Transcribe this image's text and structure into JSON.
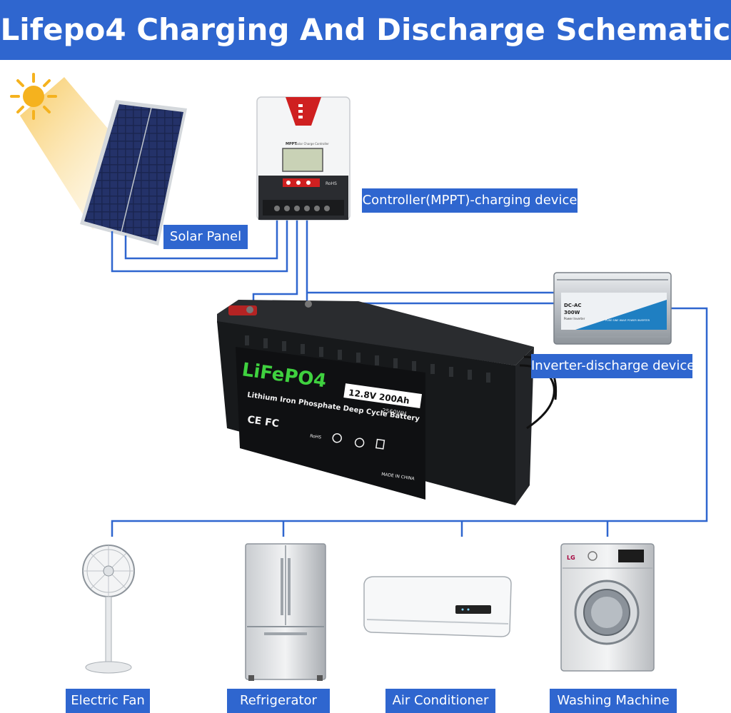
{
  "title": "Lifepo4 Charging And Discharge Schematic",
  "labels": {
    "solar_panel": "Solar Panel",
    "controller": "Controller(MPPT)-charging device",
    "inverter": "Inverter-discharge device",
    "fan": "Electric Fan",
    "fridge": "Refrigerator",
    "ac": "Air Conditioner",
    "washer": "Washing Machine"
  },
  "controller_device": {
    "brand": "MPPT",
    "subtitle": "Solar Charge Controller",
    "mark": "RoHS"
  },
  "battery": {
    "brand": "LiFePO4",
    "rating": "12.8V 200Ah",
    "energy": "2560WH",
    "description": "Lithium Iron Phosphate Deep Cycle Battery",
    "marks": "CE FC",
    "rohs": "RoHS",
    "origin": "MADE IN CHINA"
  },
  "inverter_device": {
    "line1": "DC-AC",
    "line2": "300W",
    "line3": "Power Inverter",
    "tag": "PURE SINE WAVE POWER INVERTER"
  },
  "appliances": {
    "washer_brand": "LG"
  },
  "colors": {
    "banner": "#2f66cf",
    "label_bg": "#2f66cf",
    "wire": "#2f66cf",
    "battery_body": "#1b1d1f",
    "battery_green": "#3fd13f",
    "sun": "#f5b21e"
  }
}
